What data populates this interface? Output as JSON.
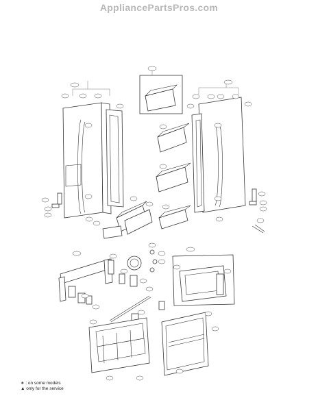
{
  "watermark": "AppliancePartsPros.com",
  "legend": {
    "line1_symbol": "∗",
    "line1_text": ": on some models",
    "line2_symbol": "▲",
    "line2_text": "only for the service"
  }
}
